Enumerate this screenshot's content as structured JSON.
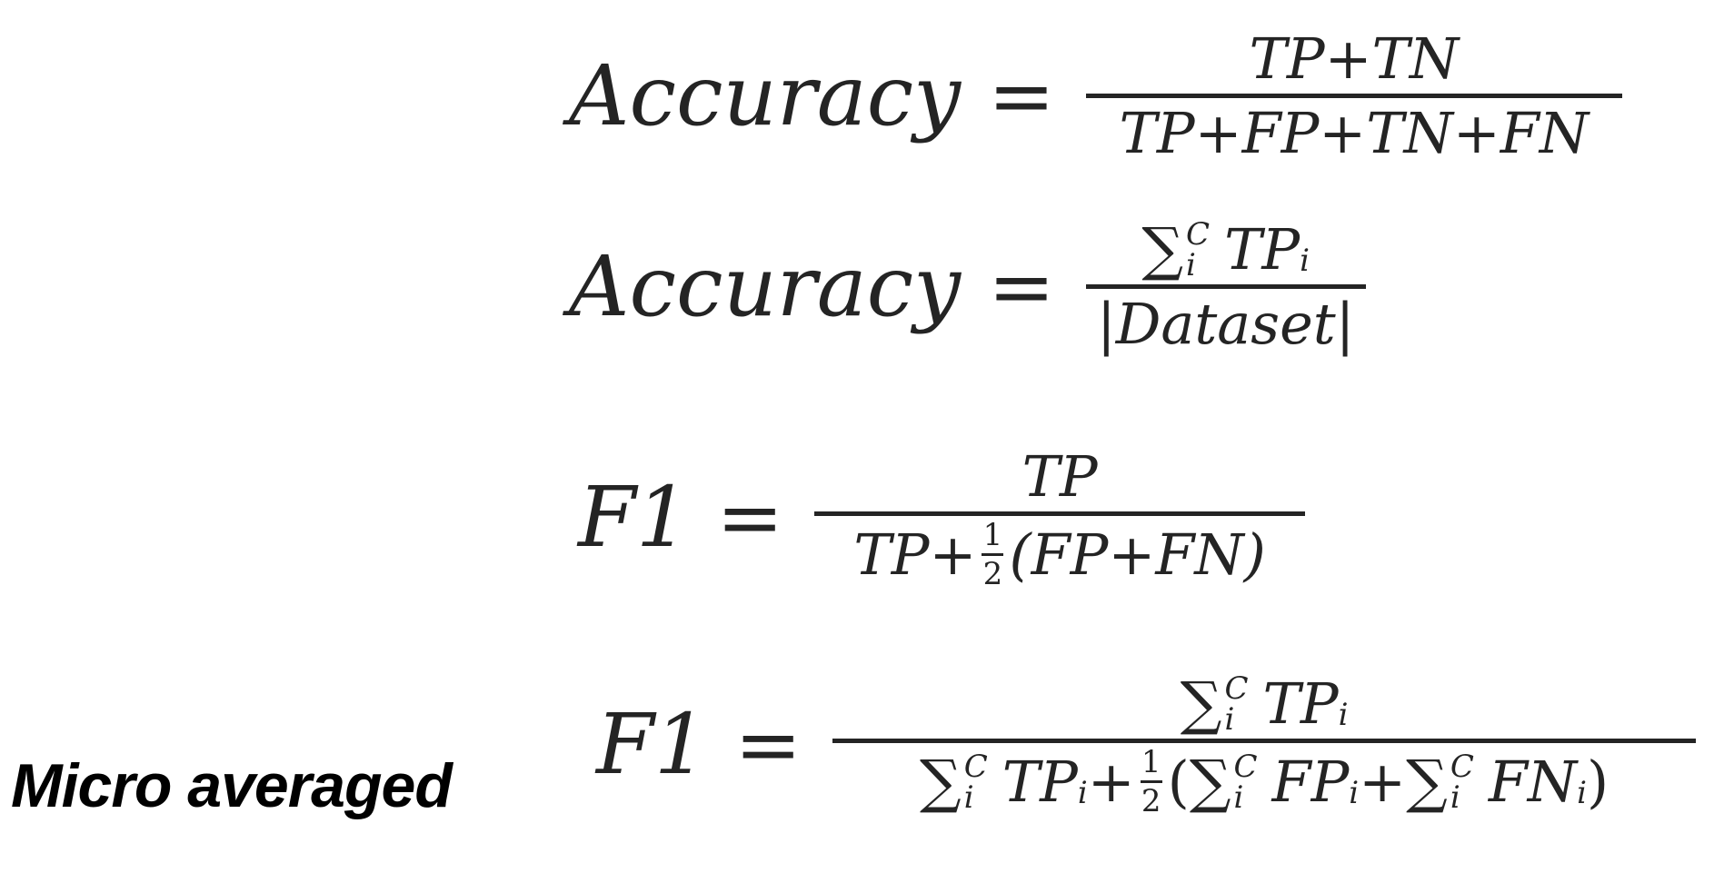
{
  "equations": {
    "accuracy_1": {
      "lhs": "Accuracy",
      "eq": "=",
      "numerator": "TP+TN",
      "denominator": "TP+FP+TN+FN"
    },
    "accuracy_2": {
      "lhs": "Accuracy",
      "eq": "=",
      "num_sum": "∑",
      "num_sup": "C",
      "num_sub": "i",
      "num_term": "TP",
      "num_term_sub": "i",
      "denominator": "|Dataset|"
    },
    "f1": {
      "lhs": "F1",
      "eq": "=",
      "numerator": "TP",
      "den_left": "TP+",
      "half_num": "1",
      "half_den": "2",
      "den_paren": "(FP+FN)"
    },
    "f1_micro": {
      "label": "Micro averaged",
      "lhs": "F1",
      "eq": "=",
      "sum": "∑",
      "sup": "C",
      "sub": "i",
      "tp": "TP",
      "fp": "FP",
      "fn": "FN",
      "plus": "+",
      "half_num": "1",
      "half_den": "2",
      "lparen": "(",
      "rparen": ")"
    }
  }
}
